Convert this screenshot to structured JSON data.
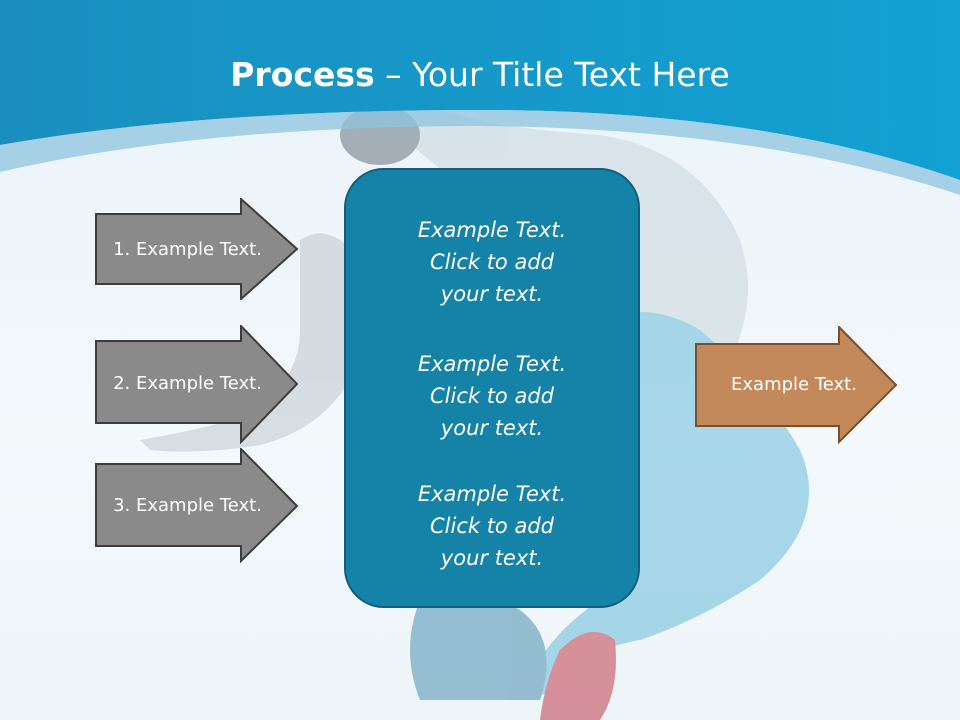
{
  "slide": {
    "title_bold": "Process",
    "title_rest": " – Your Title Text Here",
    "left_arrows": [
      {
        "label": "1. Example Text."
      },
      {
        "label": "2. Example Text."
      },
      {
        "label": "3. Example Text."
      }
    ],
    "center_blocks": [
      {
        "line1": "Example Text.",
        "line2": "Click  to add",
        "line3": "your text."
      },
      {
        "line1": "Example Text.",
        "line2": "Click  to add",
        "line3": "your text."
      },
      {
        "line1": "Example Text.",
        "line2": "Click  to add",
        "line3": "your text."
      }
    ],
    "right_arrow": {
      "label": "Example Text."
    }
  },
  "colors": {
    "header_blue": "#1597c9",
    "gray_arrow": "#8a8a8a",
    "center_box": "#1583a8",
    "orange_arrow": "#c4895a"
  }
}
